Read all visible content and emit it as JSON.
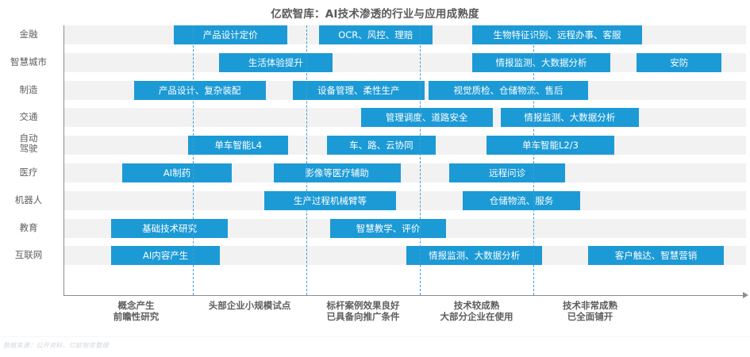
{
  "title": "亿欧智库：AI技术渗透的行业与应用成熟度",
  "source": "数据来源：公开资料、亿欧智库整理",
  "colors": {
    "bar": "#1c9ad6",
    "band": "#f2f2f2",
    "grid": "#3f9fd4",
    "axis": "#8c8c8c",
    "text": "#5e5e5e"
  },
  "chart_data": {
    "type": "bar",
    "title": "亿欧智库：AI技术渗透的行业与应用成熟度",
    "xlabel": "",
    "ylabel": "",
    "grid": "vertical-dashed",
    "legend": "none",
    "x_stages": [
      {
        "label_line1": "概念产生",
        "label_line2": "前瞻性研究",
        "center": 0.5
      },
      {
        "label_line1": "头部企业小规模试点",
        "label_line2": "",
        "center": 1.5
      },
      {
        "label_line1": "标杆案例效果良好",
        "label_line2": "已具备向推广条件",
        "center": 2.5
      },
      {
        "label_line1": "技术较成熟",
        "label_line2": "大部分企业在使用",
        "center": 3.5
      },
      {
        "label_line1": "技术非常成熟",
        "label_line2": "已全面铺开",
        "center": 4.5
      }
    ],
    "categories": [
      "金融",
      "智慧城市",
      "制造",
      "交通",
      "自动驾驶",
      "医疗",
      "机器人",
      "教育",
      "互联网"
    ],
    "rows": [
      {
        "label": "金融",
        "label_line1": "金融",
        "label_line2": "",
        "bars": [
          {
            "text": "产品设计定价",
            "start": 0.97,
            "end": 1.97
          },
          {
            "text": "OCR、风控、理赔",
            "start": 2.25,
            "end": 3.25
          },
          {
            "text": "生物特征识别、远程办事、客服",
            "start": 3.6,
            "end": 5.1
          }
        ]
      },
      {
        "label": "智慧城市",
        "label_line1": "智慧城市",
        "label_line2": "",
        "bars": [
          {
            "text": "生活体验提升",
            "start": 1.37,
            "end": 2.37
          },
          {
            "text": "情报监测、大数据分析",
            "start": 3.6,
            "end": 4.82
          },
          {
            "text": "安防",
            "start": 5.05,
            "end": 5.8
          }
        ]
      },
      {
        "label": "制造",
        "label_line1": "制造",
        "label_line2": "",
        "bars": [
          {
            "text": "产品设计、复杂装配",
            "start": 0.62,
            "end": 1.78
          },
          {
            "text": "设备管理、柔性生产",
            "start": 2.02,
            "end": 3.18
          },
          {
            "text": "视觉质检、仓储物流、售后",
            "start": 3.22,
            "end": 4.62
          }
        ]
      },
      {
        "label": "交通",
        "label_line1": "交通",
        "label_line2": "",
        "bars": [
          {
            "text": "管理调度、道路安全",
            "start": 2.62,
            "end": 3.78
          },
          {
            "text": "情报监测、大数据分析",
            "start": 3.85,
            "end": 5.07
          }
        ]
      },
      {
        "label": "自动驾驶",
        "label_line1": "自动",
        "label_line2": "驾驶",
        "bars": [
          {
            "text": "单车智能L4",
            "start": 1.1,
            "end": 1.98
          },
          {
            "text": "车、路、云协同",
            "start": 2.32,
            "end": 3.28
          },
          {
            "text": "单车智能L2/3",
            "start": 3.73,
            "end": 4.85
          }
        ]
      },
      {
        "label": "医疗",
        "label_line1": "医疗",
        "label_line2": "",
        "bars": [
          {
            "text": "AI制药",
            "start": 0.52,
            "end": 1.48
          },
          {
            "text": "影像等医疗辅助",
            "start": 1.85,
            "end": 2.97
          },
          {
            "text": "远程问诊",
            "start": 3.4,
            "end": 4.42
          }
        ]
      },
      {
        "label": "机器人",
        "label_line1": "机器人",
        "label_line2": "",
        "bars": [
          {
            "text": "生产过程机械臂等",
            "start": 1.77,
            "end": 2.93
          },
          {
            "text": "仓储物流、服务",
            "start": 3.52,
            "end": 4.55
          }
        ]
      },
      {
        "label": "教育",
        "label_line1": "教育",
        "label_line2": "",
        "bars": [
          {
            "text": "基础技术研究",
            "start": 0.42,
            "end": 1.45
          },
          {
            "text": "智慧教学、评价",
            "start": 2.35,
            "end": 3.37
          }
        ]
      },
      {
        "label": "互联网",
        "label_line1": "互联网",
        "label_line2": "",
        "bars": [
          {
            "text": "AI内容产生",
            "start": 0.42,
            "end": 1.38
          },
          {
            "text": "情报监测、大数据分析",
            "start": 3.02,
            "end": 4.22
          },
          {
            "text": "客户触达、智慧营销",
            "start": 4.62,
            "end": 5.82
          }
        ]
      }
    ]
  }
}
